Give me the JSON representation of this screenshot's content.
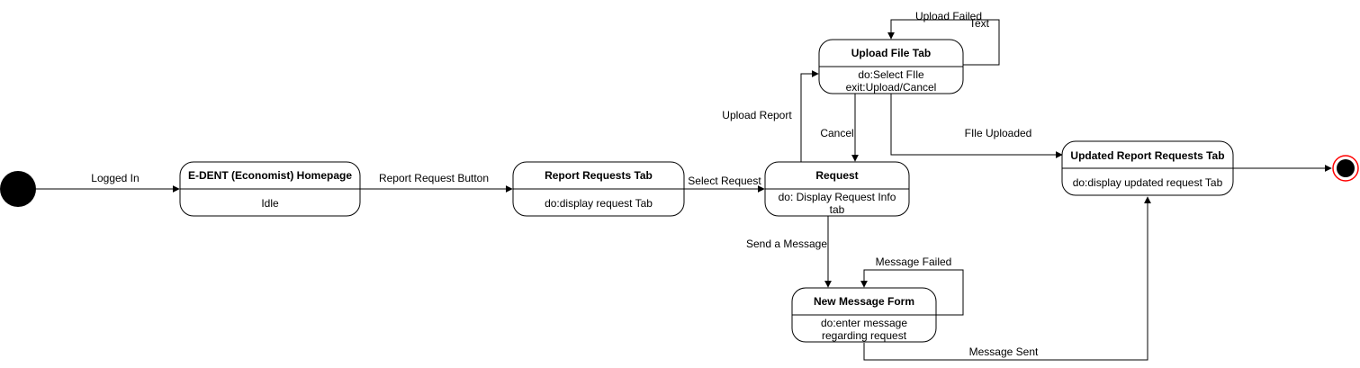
{
  "states": [
    {
      "id": "homepage",
      "title": "E-DENT (Economist) Homepage",
      "lines": [
        "Idle"
      ]
    },
    {
      "id": "report-requests",
      "title": "Report Requests Tab",
      "lines": [
        "do:display request Tab"
      ]
    },
    {
      "id": "request",
      "title": "Request",
      "lines": [
        "do: Display Request Info",
        "tab"
      ]
    },
    {
      "id": "upload-file",
      "title": "Upload File Tab",
      "lines": [
        "do:Select FIle",
        "exit:Upload/Cancel"
      ]
    },
    {
      "id": "new-message",
      "title": "New Message Form",
      "lines": [
        "do:enter message",
        "regarding request"
      ]
    },
    {
      "id": "updated-report",
      "title": "Updated Report Requests Tab",
      "lines": [
        "do:display updated request Tab"
      ]
    }
  ],
  "transitions": [
    {
      "id": "logged-in",
      "label": "Logged In"
    },
    {
      "id": "report-request-button",
      "label": "Report Request Button"
    },
    {
      "id": "select-request",
      "label": "Select Request"
    },
    {
      "id": "upload-report",
      "label": "Upload Report"
    },
    {
      "id": "cancel",
      "label": "Cancel"
    },
    {
      "id": "upload-failed",
      "label": "Upload Failed"
    },
    {
      "id": "file-uploaded",
      "label": "FIle Uploaded"
    },
    {
      "id": "send-message",
      "label": "Send a Message"
    },
    {
      "id": "message-failed",
      "label": "Message Failed"
    },
    {
      "id": "message-sent",
      "label": "Message Sent"
    },
    {
      "id": "to-final",
      "label": ""
    }
  ],
  "annotations": [
    {
      "id": "text-note",
      "label": "Text"
    }
  ],
  "colors": {
    "state_header": "#cccccc",
    "final_ring": "#ff0000",
    "stroke": "#000000"
  }
}
